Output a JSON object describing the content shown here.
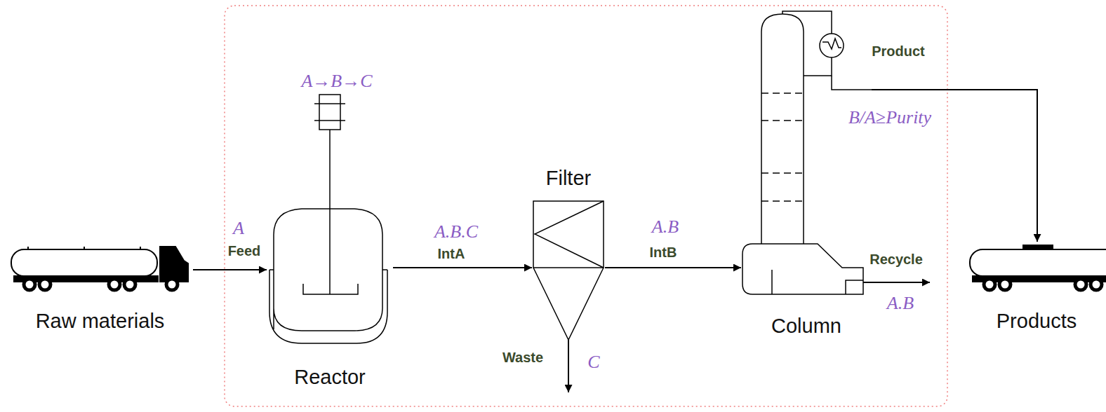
{
  "diagram": {
    "nodes": [
      {
        "text": [
          "Raw materials"
        ]
      },
      {
        "text": [
          "Reactor"
        ]
      },
      {
        "text": [
          "Filter"
        ]
      },
      {
        "text": [
          "Column"
        ]
      },
      {
        "text": [
          "Products"
        ]
      }
    ],
    "edges": [
      {
        "from": 0,
        "to": 1,
        "arrow": "to",
        "label": "Feed"
      },
      {
        "from": 1,
        "to": 2,
        "arrow": "to",
        "label": "IntA"
      },
      {
        "from": 2,
        "to": 3,
        "arrow": "to",
        "label": "IntB"
      },
      {
        "from": 3,
        "to": 4,
        "arrow": "to",
        "label": "Product"
      }
    ],
    "labels": [
      "A→B→C",
      "A",
      "A.B.C",
      "A.B",
      "B/A≥Purity",
      "Waste",
      "C",
      "Recycle",
      "A.B"
    ]
  }
}
